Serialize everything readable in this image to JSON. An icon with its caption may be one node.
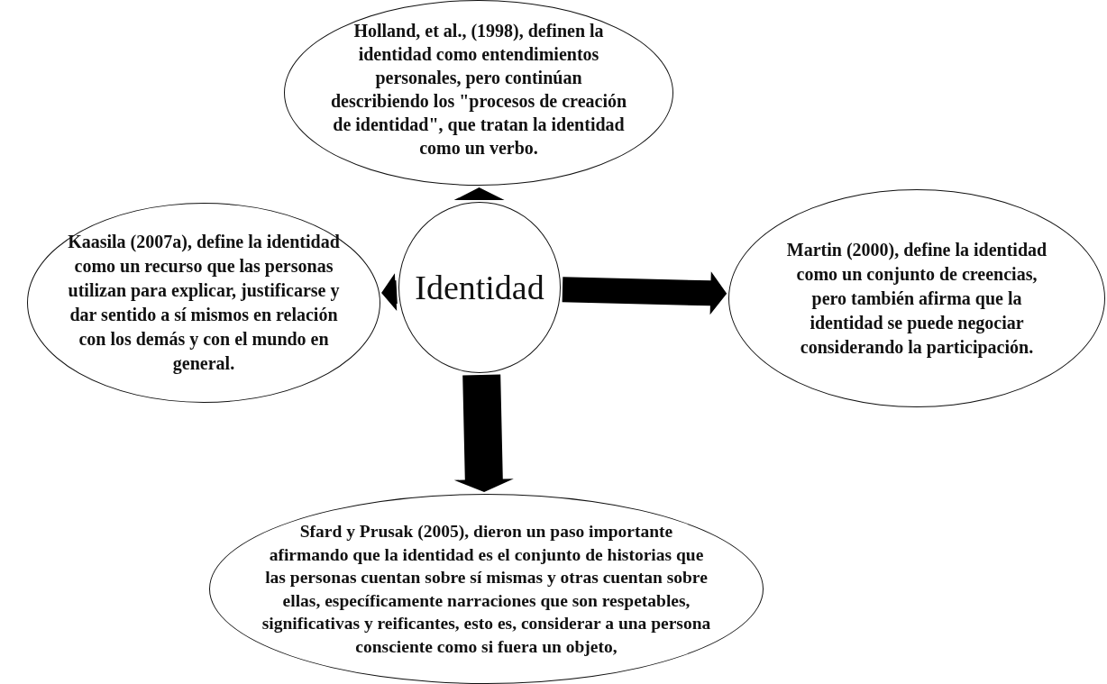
{
  "diagram": {
    "nodes": [
      {
        "text": [
          "Holland, et al., (1998), definen la identidad como entendimientos personales, pero continúan describiendo los \"procesos de creación de identidad\", que tratan la identidad como un verbo."
        ]
      },
      {
        "text": [
          "Kaasila (2007a), define la identidad como un recurso que las personas utilizan para explicar, justificarse y dar sentido a sí mismos en relación con los demás y con el mundo en general."
        ]
      },
      {
        "text": [
          "Identidad"
        ]
      },
      {
        "text": [
          "Martin (2000), define la identidad como un conjunto de creencias, pero también afirma que la identidad se puede negociar considerando la participación."
        ]
      },
      {
        "text": [
          "Sfard y Prusak (2005), dieron un paso importante afirmando que la identidad es el conjunto de historias que las personas cuentan sobre sí mismas y otras cuentan sobre ellas, específicamente narraciones que son respetables, significativas y reificantes, esto es, considerar a una persona consciente como si fuera un objeto,"
        ]
      }
    ],
    "edges": [
      {
        "from": 2,
        "to": 0,
        "arrow": "to",
        "style": "thick"
      },
      {
        "from": 2,
        "to": 1,
        "arrow": "to",
        "style": "thick"
      },
      {
        "from": 2,
        "to": 3,
        "arrow": "to",
        "style": "thick"
      },
      {
        "from": 2,
        "to": 4,
        "arrow": "to",
        "style": "thick"
      }
    ]
  }
}
